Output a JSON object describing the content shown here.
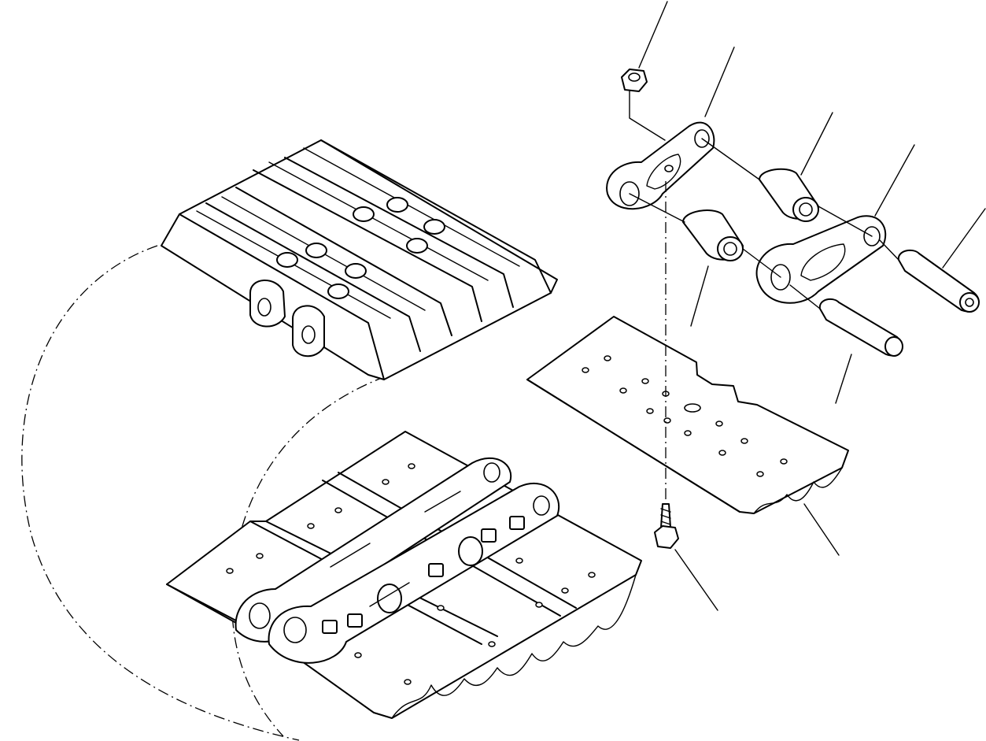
{
  "diagram": {
    "type": "exploded-parts-view",
    "colors": {
      "line": "#000000",
      "background": "#ffffff"
    },
    "parts": [
      {
        "name": "nut"
      },
      {
        "name": "master-link-left"
      },
      {
        "name": "bushing-upper"
      },
      {
        "name": "master-link-right"
      },
      {
        "name": "pin-long"
      },
      {
        "name": "bushing-lower"
      },
      {
        "name": "pin-short"
      },
      {
        "name": "track-shoe"
      },
      {
        "name": "shoe-bolt"
      }
    ]
  }
}
